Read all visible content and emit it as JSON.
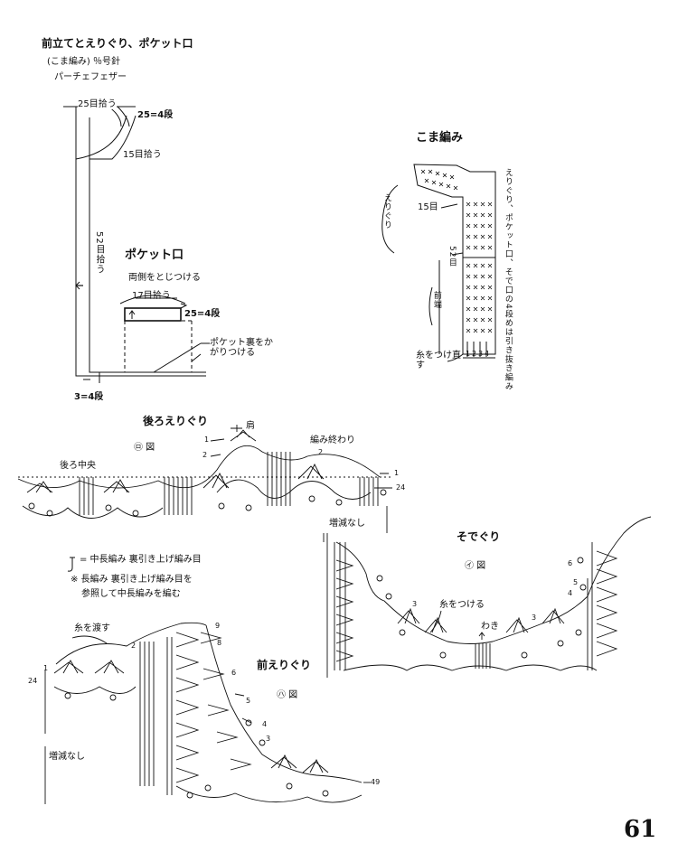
{
  "top_section": {
    "title": "前立てとえりぐり、ポケット口",
    "subtitle": "(こま編み) ％号針",
    "yarn": "パーチェフェザー",
    "pickup_top": "25目拾う",
    "rows_top": "25=4段",
    "pickup_neck": "15目拾う",
    "pickup_front": "52目拾う",
    "bottom_rows": "3=4段"
  },
  "pocket": {
    "title": "ポケット口",
    "join_note": "両側をとじつける",
    "pickup": "17目拾う",
    "rows": "25=4段",
    "lining_note": "ポケット裏をかがりつける"
  },
  "koma": {
    "title": "こま編み",
    "side_note": "えりぐり、ポケット口、そで口の4段めは引き抜き編み",
    "neck": "えりぐり",
    "count15": "15目",
    "count52": "52目",
    "front_edge": "前端",
    "rejoin": "糸をつけ直す",
    "row_numbers": [
      "1",
      "2",
      "3",
      "4"
    ]
  },
  "back_neck": {
    "title": "後ろえりぐり",
    "shoulder": "肩",
    "figure": "㋺ 図",
    "center": "後ろ中央",
    "finish": "編み終わり",
    "labels": [
      "1",
      "2",
      "2",
      "1",
      "24"
    ]
  },
  "legend": {
    "symbol_desc": "= 中長編み 裏引き上げ編み目",
    "note_line1": "※ 長編み 裏引き上げ編み目を",
    "note_line2": "参照して中長編みを編む"
  },
  "sleeve": {
    "title": "そでぐり",
    "figure": "㋑ 図",
    "no_change": "増減なし",
    "attach": "糸をつける",
    "underarm": "わき",
    "labels": [
      "6",
      "5",
      "4",
      "3",
      "3"
    ]
  },
  "front_neck": {
    "title": "前えりぐり",
    "figure": "㋩ 図",
    "pass_yarn": "糸を渡す",
    "no_change": "増減なし",
    "labels": [
      "9",
      "8",
      "2",
      "1",
      "24",
      "6",
      "5",
      "4",
      "3",
      "49"
    ]
  },
  "page_number": "61"
}
